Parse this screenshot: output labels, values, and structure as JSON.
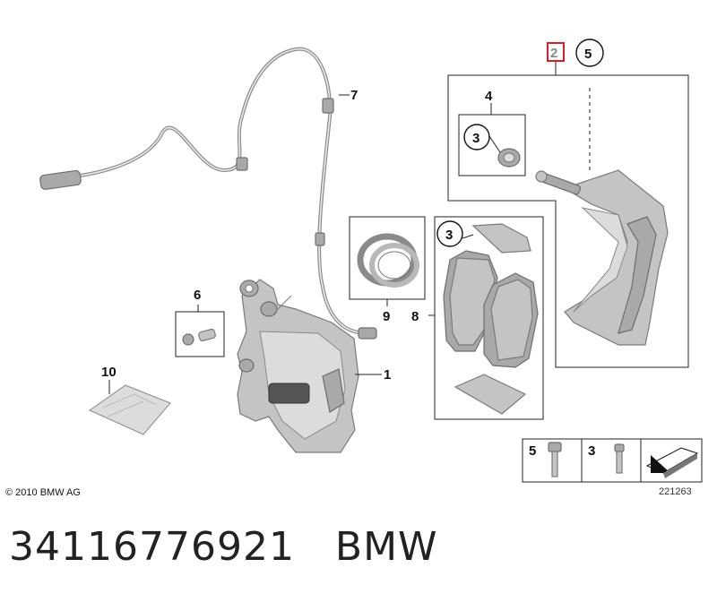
{
  "callouts": {
    "n1": "1",
    "n2": "2",
    "n3a": "3",
    "n3b": "3",
    "n4": "4",
    "n5": "5",
    "n6": "6",
    "n7": "7",
    "n8": "8",
    "n9": "9",
    "n10": "10"
  },
  "legend": {
    "item1": "5",
    "item2": "3"
  },
  "copyright": "© 2010 BMW AG",
  "diagram_id": "221263",
  "part_number": "34116776921",
  "brand": "BMW",
  "colors": {
    "highlight_box": "#d61e2a",
    "line": "#222222"
  }
}
